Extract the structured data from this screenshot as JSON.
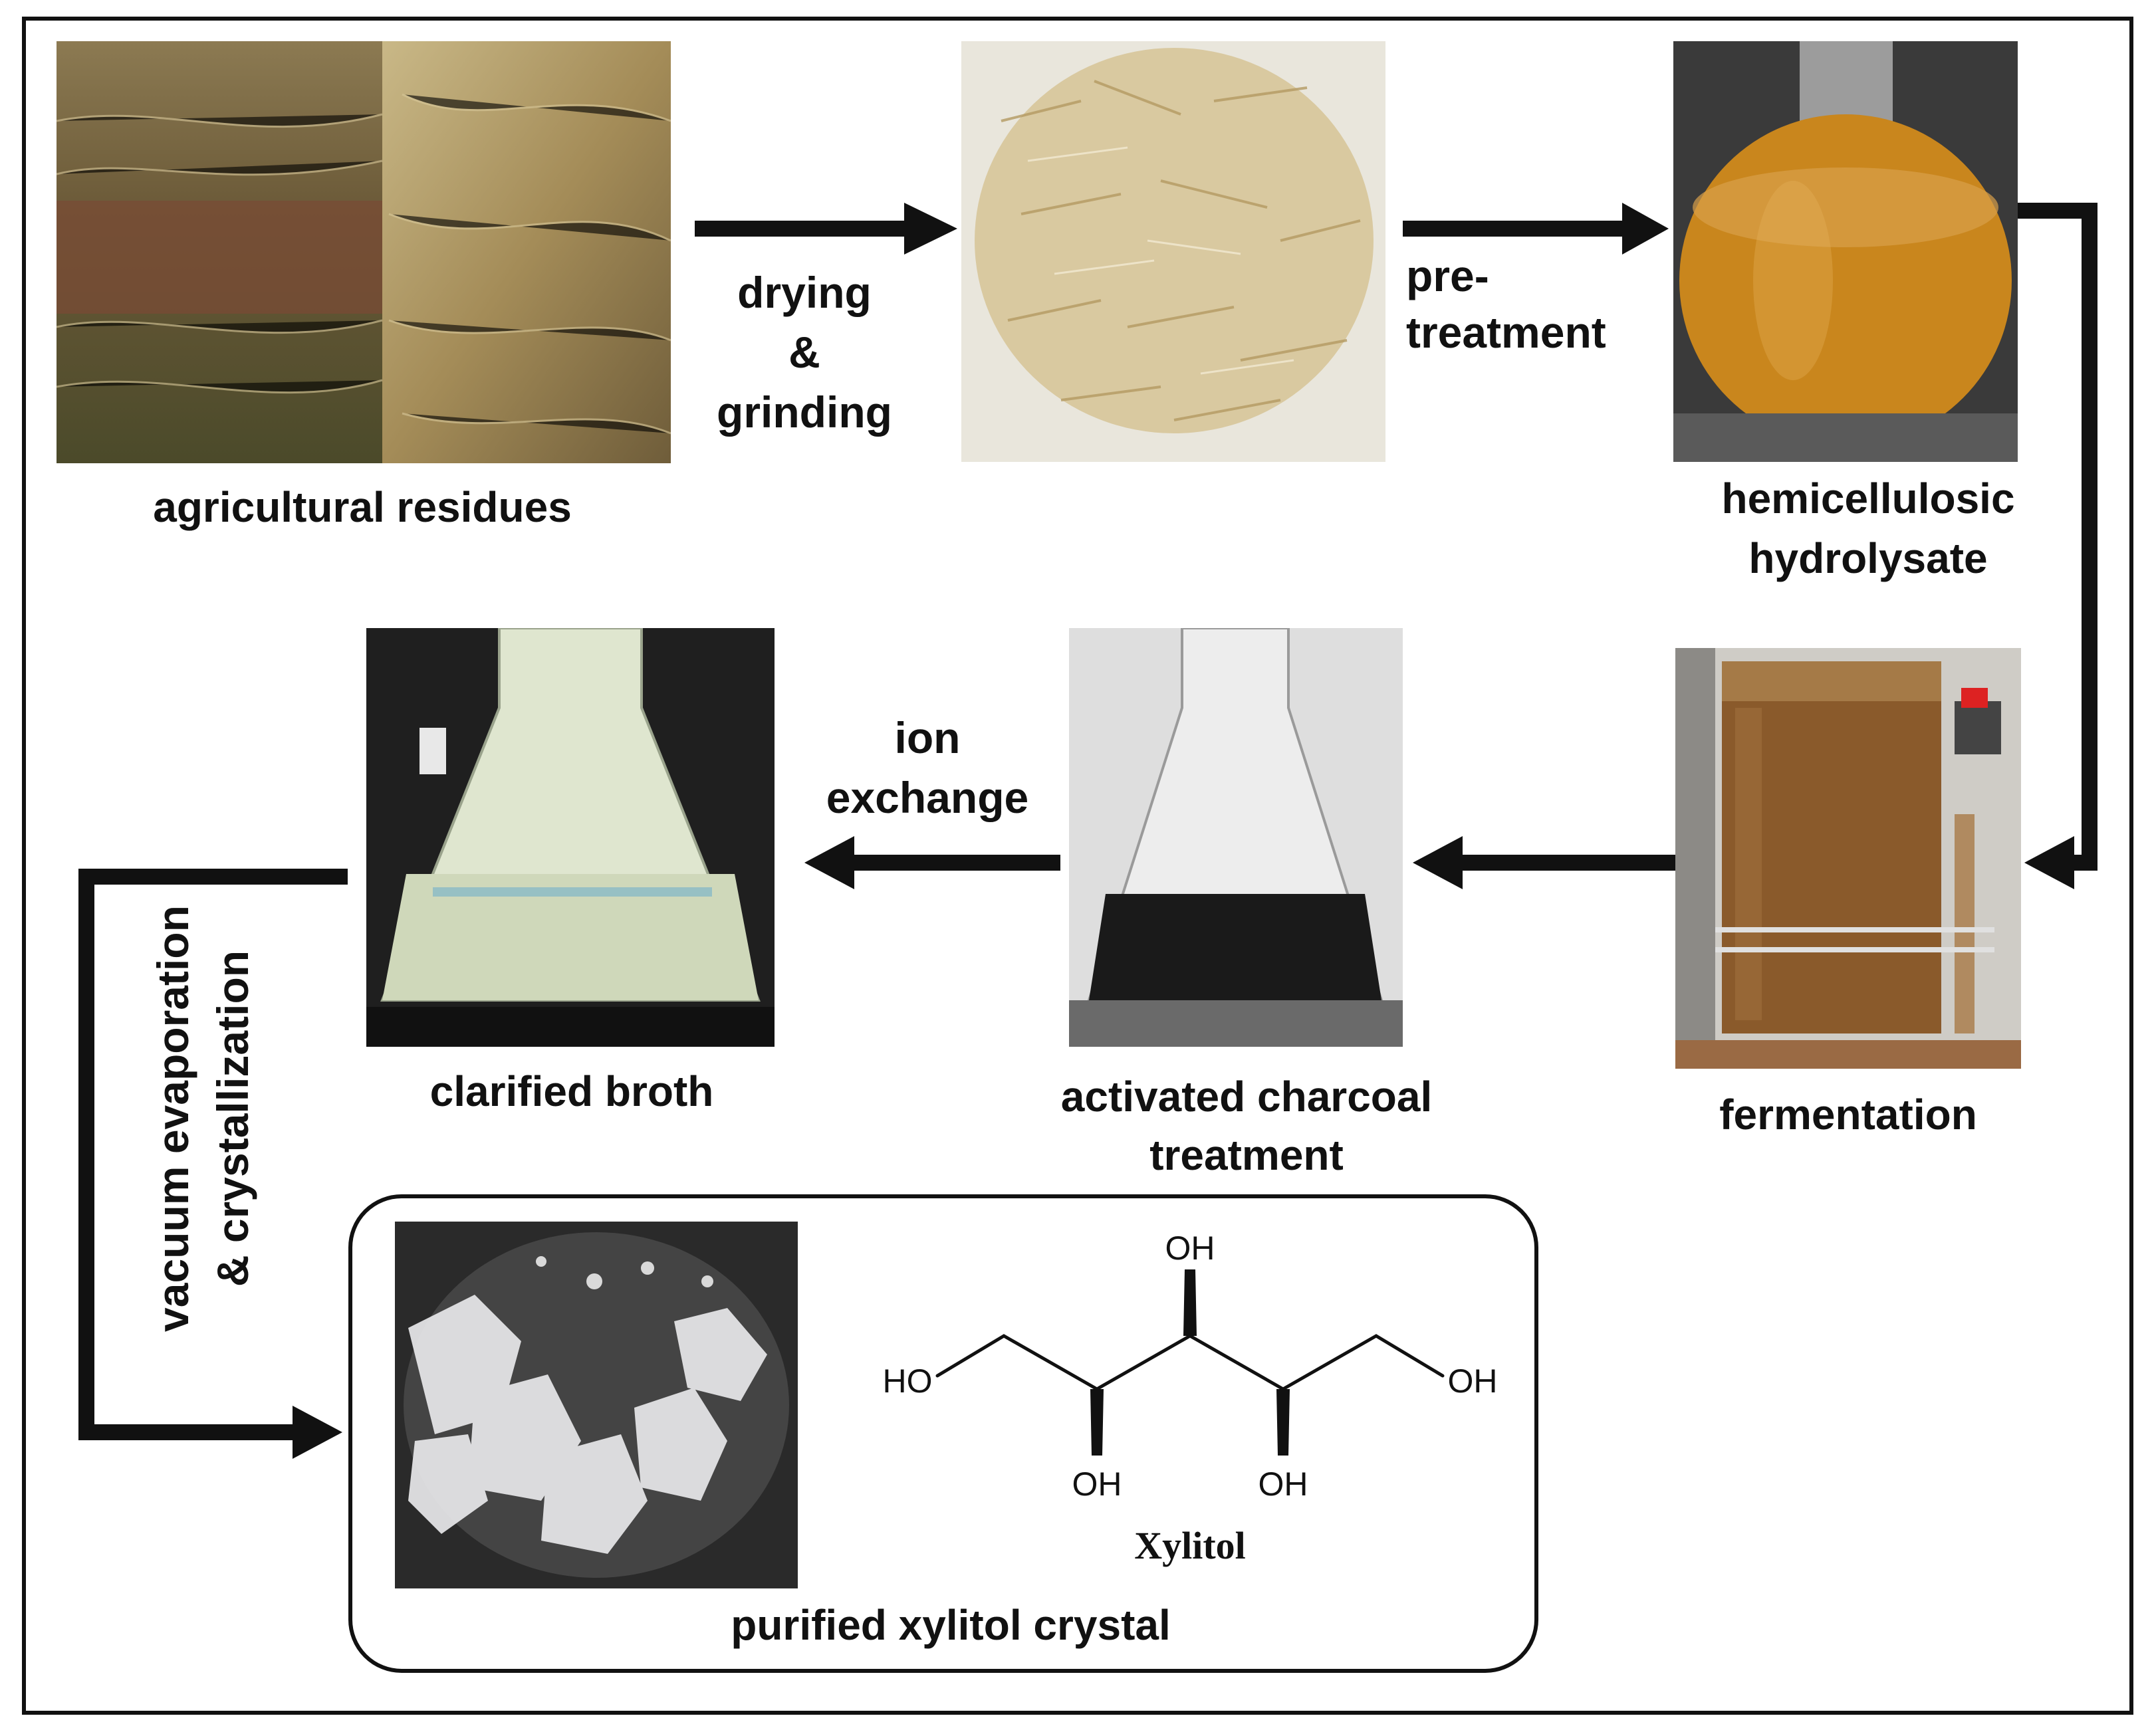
{
  "stages": {
    "agricultural_residues": "agricultural  residues",
    "hemicellulosic_line1": "hemicellulosic",
    "hemicellulosic_line2": "hydrolysate",
    "fermentation": "fermentation",
    "activated_line1": "activated charcoal",
    "activated_line2": "treatment",
    "clarified_broth": "clarified  broth",
    "purified_crystal": "purified  xylitol  crystal"
  },
  "steps": {
    "drying_line1": "drying",
    "drying_line2": "&",
    "drying_line3": "grinding",
    "pretreatment_line1": "pre-",
    "pretreatment_line2": "treatment",
    "ion_line1": "ion",
    "ion_line2": "exchange",
    "vacuum_line1": "vacuum evaporation",
    "vacuum_line2": "& crystallization"
  },
  "structure": {
    "name": "Xylitol",
    "oh_top": "OH",
    "ho_left": "HO",
    "oh_right": "OH",
    "oh_bottom_left": "OH",
    "oh_bottom_right": "OH"
  },
  "colors": {
    "frame": "#111111",
    "hydrolysate": "#c9861d",
    "fermentation_broth": "#8a5a2b",
    "charcoal": "#1a1a1a",
    "clarified": "#dfe6cf",
    "straw": "#b89a5c"
  }
}
